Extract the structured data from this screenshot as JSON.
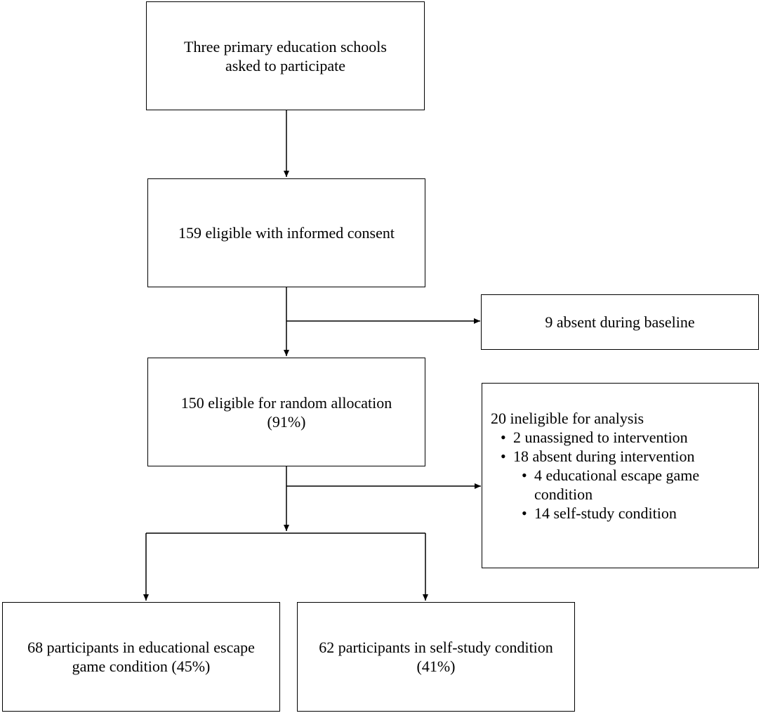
{
  "boxes": {
    "schools": {
      "line1": "Three primary education schools",
      "line2": "asked to participate"
    },
    "eligible": {
      "line1": "159 eligible with informed consent"
    },
    "absent_baseline": {
      "line1": "9 absent during baseline"
    },
    "random": {
      "line1": "150 eligible for random allocation",
      "line2": "(91%)"
    },
    "ineligible": {
      "title": "20 ineligible for analysis",
      "items": [
        {
          "text": "2 unassigned to intervention"
        },
        {
          "text": "18 absent during intervention",
          "subitems": [
            {
              "line1": "4 educational escape game",
              "line2": "condition"
            },
            {
              "line1": "14 self-study condition"
            }
          ]
        }
      ]
    },
    "escape_game": {
      "line1": "68 participants in educational escape",
      "line2": "game condition (45%)"
    },
    "self_study": {
      "line1": "62 participants in self-study condition",
      "line2": "(41%)"
    }
  }
}
